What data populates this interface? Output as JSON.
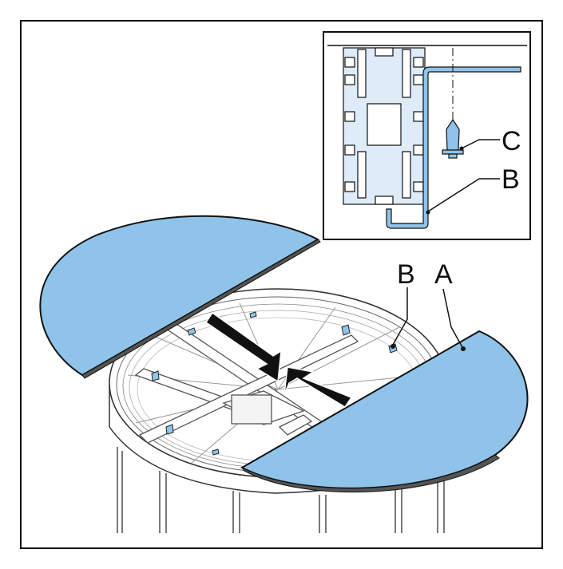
{
  "labels": {
    "A": "A",
    "B": "B",
    "inset_B": "B",
    "inset_C": "C"
  },
  "colors": {
    "panel_fill": "#8fc3e9",
    "part_fill": "#ddecf8",
    "outline": "#111111",
    "frame": "#111111",
    "background": "#ffffff",
    "arrow": "#111111"
  },
  "icons": {
    "arrow_in": "double-arrow-inward-icon",
    "clip": "clip-bracket-icon",
    "plug": "plug-icon"
  }
}
